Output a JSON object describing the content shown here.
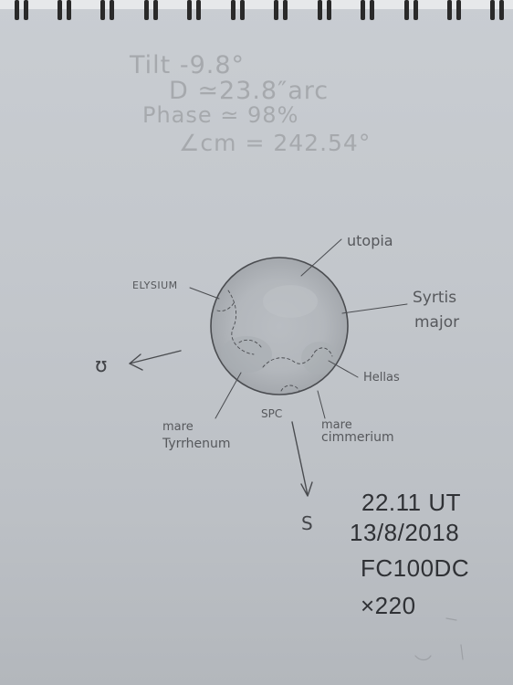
{
  "notes": {
    "tilt": "Tilt -9.8°",
    "diameter": "D ≃23.8″arc",
    "phase": "Phase ≃ 98%",
    "cm": "∠cm = 242.54°"
  },
  "features": {
    "utopia": "utopia",
    "elysium": "ELYSIUM",
    "syrtis_1": "Syrtis",
    "syrtis_2": "major",
    "hellas": "Hellas",
    "mare_tyrrhenum_1": "mare",
    "mare_tyrrhenum_2": "Tyrrhenum",
    "spc": "SPC",
    "mare_cimmerium_1": "mare",
    "mare_cimmerium_2": "cimmerium"
  },
  "directions": {
    "south": "S",
    "west_glyph": "ʊ"
  },
  "observation": {
    "time": "22.11 UT",
    "date": "13/8/2018",
    "telescope": "FC100DC",
    "magnification": "×220"
  },
  "colors": {
    "paper": "#c6cacf",
    "pencil": "#4a4c50",
    "ink": "#2f3135",
    "spiral": "#2a2a2a"
  }
}
